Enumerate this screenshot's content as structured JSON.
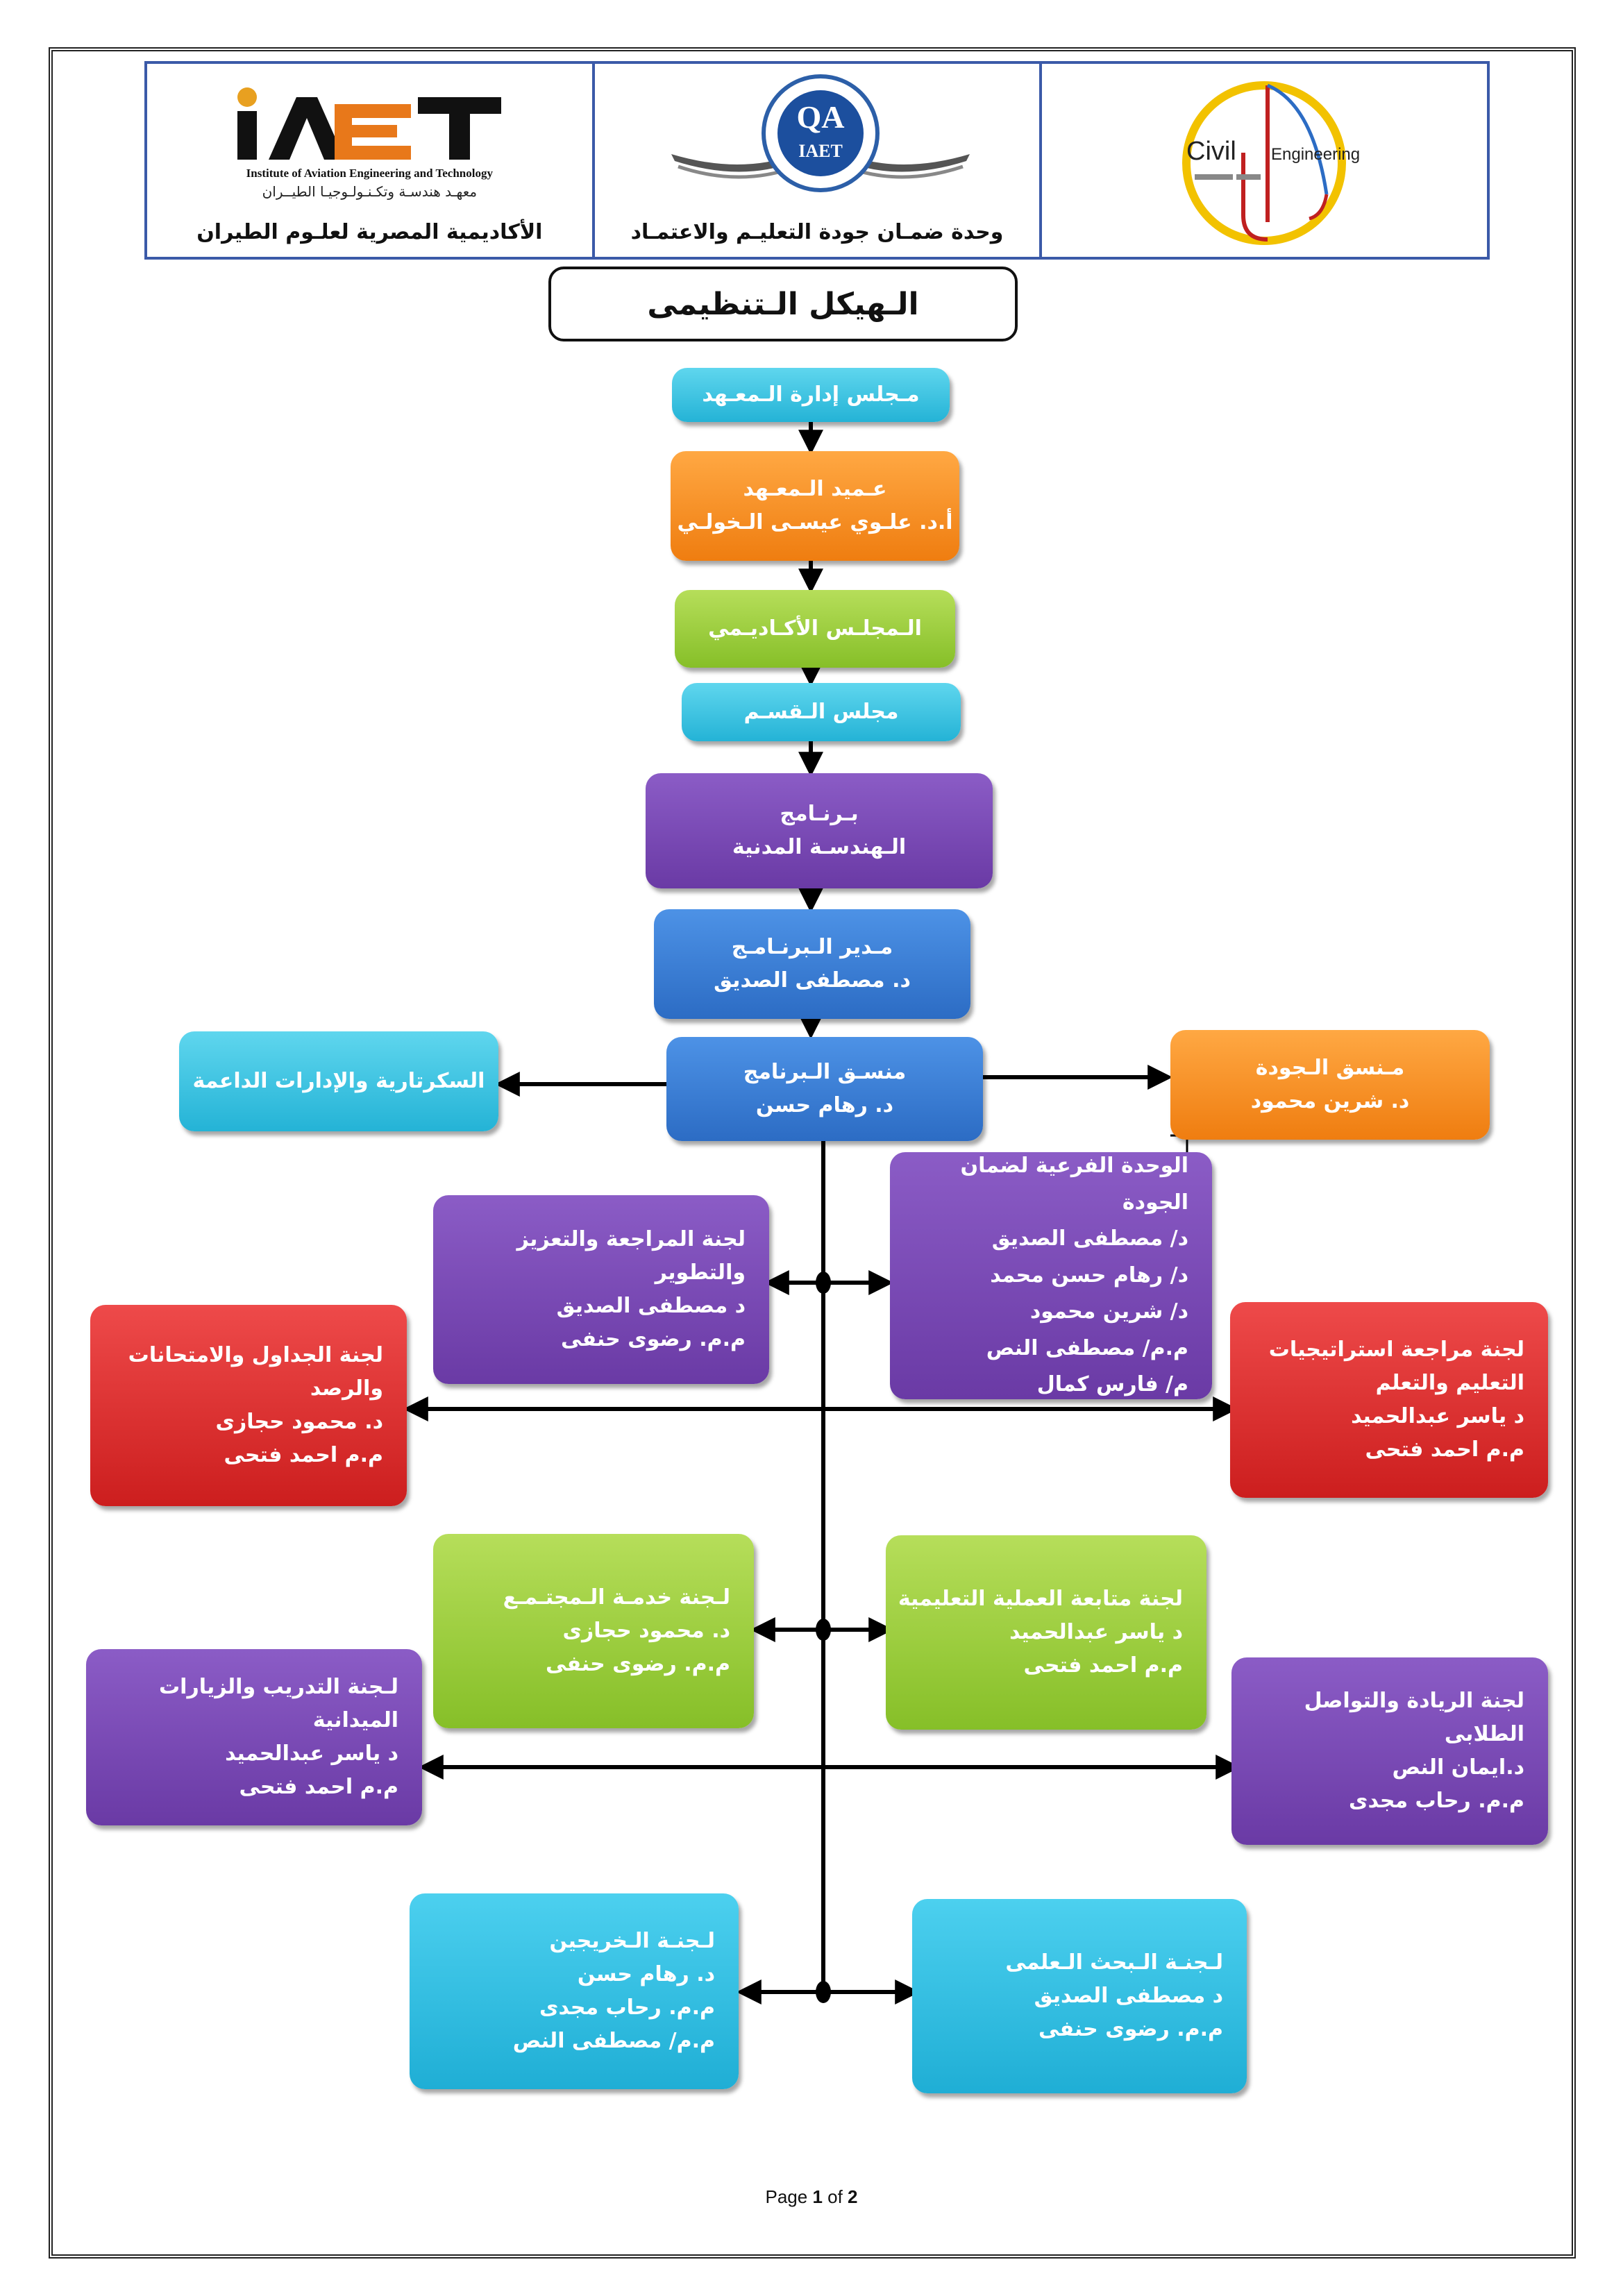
{
  "header": {
    "left_caption": "الأكاديمية المصرية لعلـوم الطيران",
    "left_logo_en": "Institute of Aviation Engineering and Technology",
    "left_logo_ar": "معهـد هندسـة وتكـنـولـوجيـا الطيــران",
    "center_caption": "وحدة ضمـان جودة التعليـم والاعتمـاد",
    "center_logo_text": "IAET",
    "right_logo_text_1": "Civil",
    "right_logo_text_2": "Engineering"
  },
  "title": "الـهيكل  الـتنظيمى",
  "boxes": {
    "board": {
      "line1": "مـجلس إدارة الـمعـهد"
    },
    "dean": {
      "line1": "عـميد الـمعـهد",
      "line2": "أ.د. علـوي عيسـى الـخولـي"
    },
    "academic": {
      "line1": "الـمجلـس الأكـاديـمي"
    },
    "dept": {
      "line1": "مجلس الـقسـم"
    },
    "program": {
      "line1": "بـرنـامج",
      "line2": "الـهندسـة المدنية"
    },
    "manager": {
      "line1": "مـدير الـبرنـامـج",
      "line2": "د. مصطفى الصديق"
    },
    "coordinator": {
      "line1": "منسـق الـبرنامج",
      "line2": "د. رهام حسن"
    },
    "secretary": {
      "line1": "السكرتارية والإدارات الداعمة"
    },
    "quality": {
      "line1": "مـنسق الـجودة",
      "line2": "د. شرين محمود"
    },
    "quality_unit": {
      "lines": [
        "الوحدة الفرعية لضمان الجودة",
        "د/ مصطفى الصديق",
        "د/ رهام حسن محمد",
        "د/ شرين محمود",
        "م.م/ مصطفى النص",
        "م/ فارس كمال"
      ]
    },
    "review": {
      "lines": [
        "لجنة المراجعة والتعزيز والتطوير",
        "د مصطفى الصديق",
        "م.م. رضوى حنفى"
      ]
    },
    "schedules": {
      "lines": [
        "لجنة الجداول والامتحانات",
        "والرصد",
        "د. محمود حجازى",
        "م.م احمد فتحى"
      ]
    },
    "strategies": {
      "lines": [
        "لجنة مراجعة استراتيجيات",
        "التعليم والتعلم",
        "د ياسر عبدالحميد",
        "م.م احمد فتحى"
      ]
    },
    "community": {
      "lines": [
        "لـجنة خدمـة الـمجتـمـع",
        "د. محمود حجازى",
        "م.م. رضوى حنفى"
      ]
    },
    "follow_up": {
      "lines": [
        "لجنة متابعة العملية التعليمية",
        "د ياسر عبدالحميد",
        "م.م احمد فتحى"
      ]
    },
    "training": {
      "lines": [
        "لـجنة التدريب والزيارات الميدانية",
        "د ياسر عبدالحميد",
        "م.م احمد فتحى"
      ]
    },
    "leadership": {
      "lines": [
        "لجنة الريادة والتواصل الطلابى",
        "د.ايمان النص",
        "م.م. رحاب مجدى"
      ]
    },
    "alumni": {
      "lines": [
        "لـجنـة الـخريجين",
        "د. رهام حسن",
        "م.م. رحاب مجدى",
        "م.م/ مصطفى النص"
      ]
    },
    "research": {
      "lines": [
        "لـجنـة الـبحث الـعلمى",
        "د مصطفى الصديق",
        "م.م. رضوى حنفى"
      ]
    }
  },
  "footer": {
    "prefix": "Page ",
    "page": "1",
    "middle": " of ",
    "total": "2"
  },
  "colors": {
    "teal": "#24b3d6",
    "orange": "#ef7d10",
    "green": "#86bf28",
    "purple": "#6a3aa5",
    "blue": "#2c6cc4",
    "red": "#cc1e1e",
    "header_border": "#3b5aa8"
  }
}
